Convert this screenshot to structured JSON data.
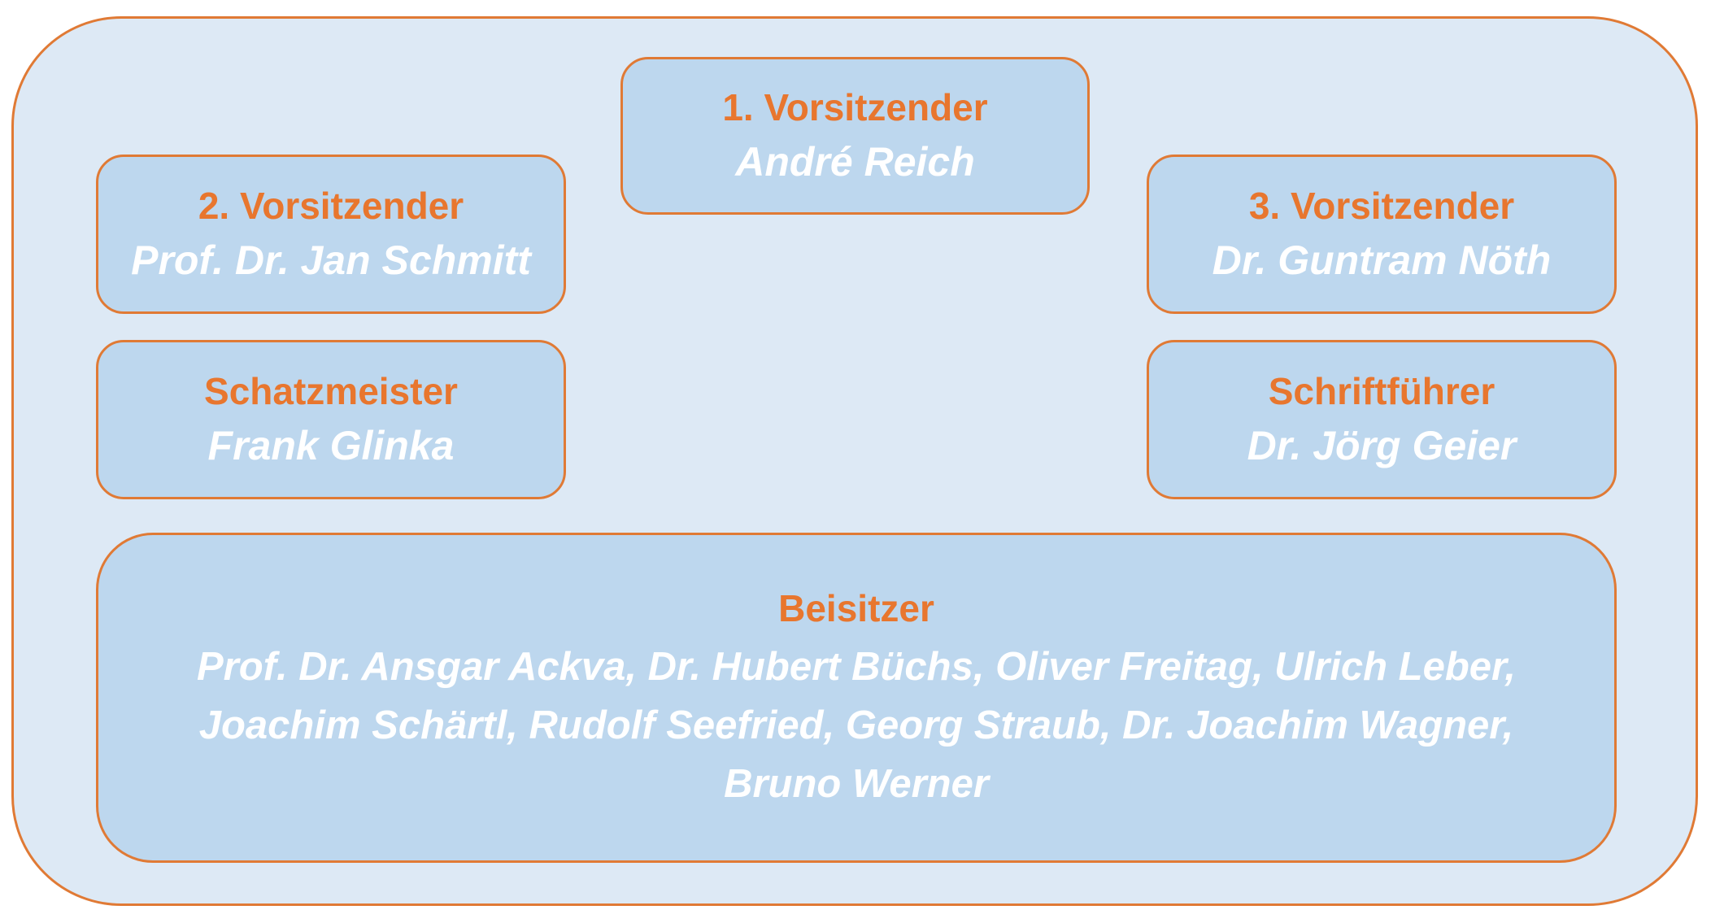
{
  "board": {
    "chair1": {
      "role": "1. Vorsitzender",
      "name": "André Reich"
    },
    "chair2": {
      "role": "2. Vorsitzender",
      "name": "Prof. Dr. Jan Schmitt"
    },
    "chair3": {
      "role": "3. Vorsitzender",
      "name": "Dr. Guntram Nöth"
    },
    "treasurer": {
      "role": "Schatzmeister",
      "name": "Frank Glinka"
    },
    "secretary": {
      "role": "Schriftführer",
      "name": "Dr. Jörg Geier"
    },
    "assessors": {
      "role": "Beisitzer",
      "lines": [
        "Prof. Dr. Ansgar Ackva, Dr. Hubert Büchs, Oliver Freitag, Ulrich Leber,",
        "Joachim Schärtl, Rudolf Seefried, Georg Straub, Dr. Joachim Wagner,",
        "Bruno Werner"
      ]
    }
  },
  "colors": {
    "frame_fill": "#dde9f5",
    "box_fill": "#bdd7ee",
    "border": "#e07a35",
    "role_text": "#e8762e",
    "name_text": "#ffffff"
  }
}
